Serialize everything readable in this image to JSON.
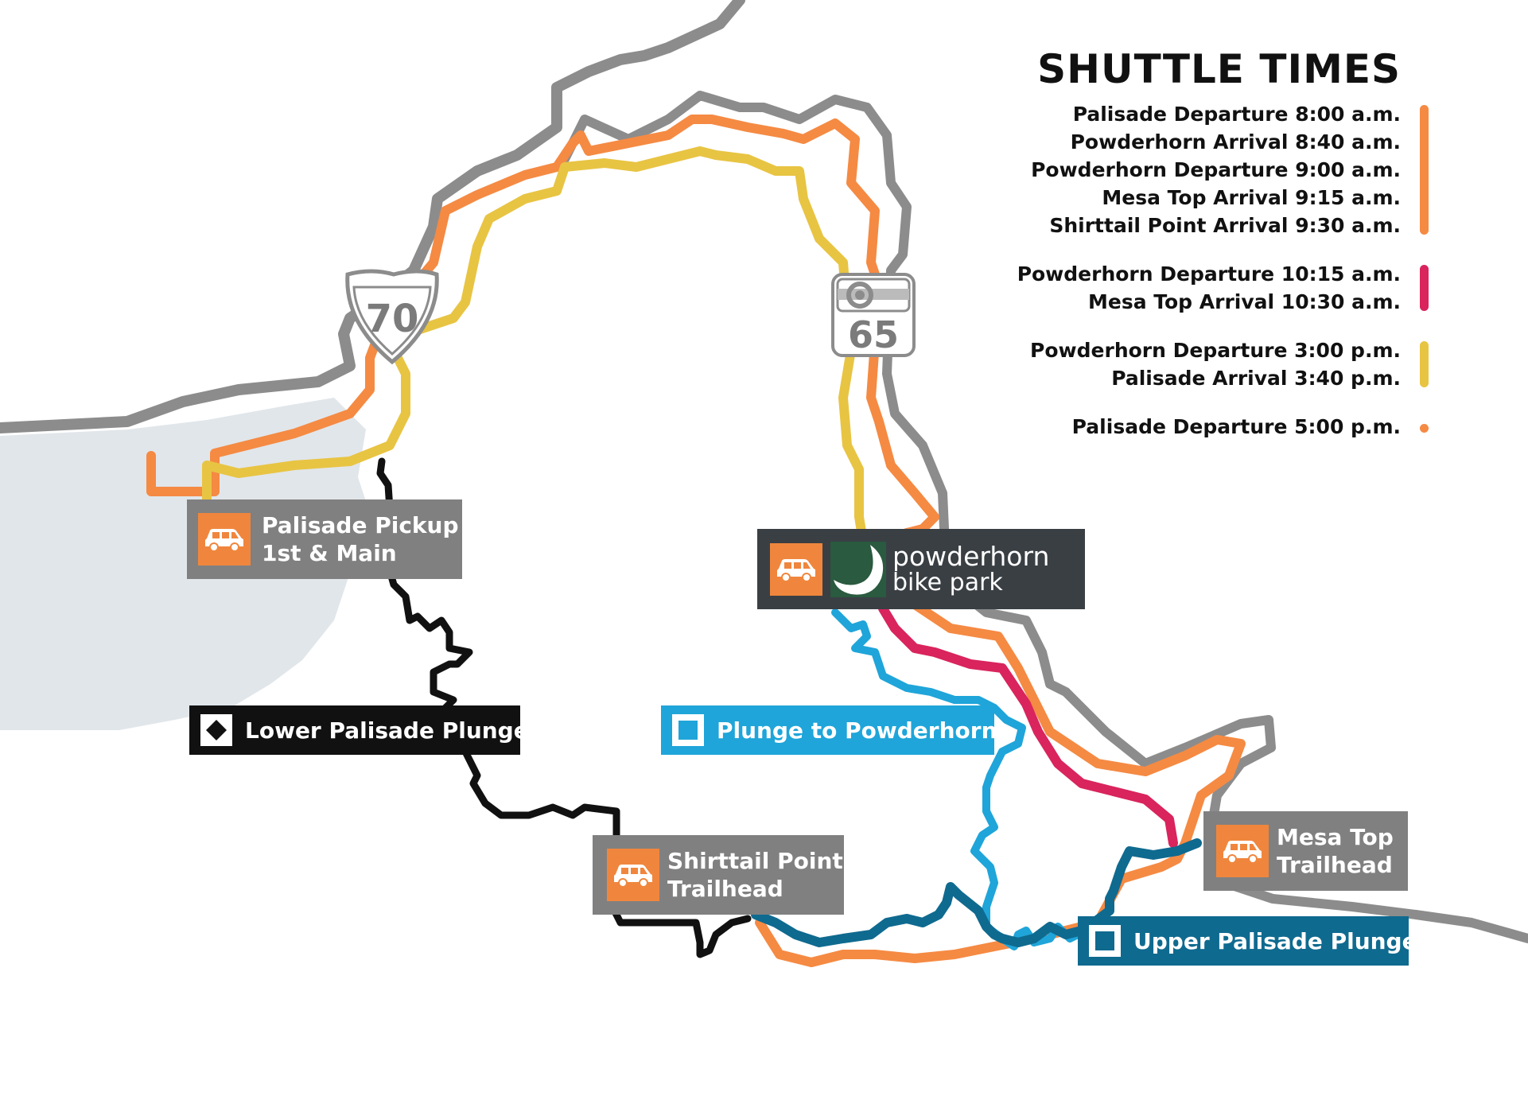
{
  "legend": {
    "title": "SHUTTLE TIMES",
    "groups": [
      {
        "color": "#f58a43",
        "lines": [
          "Palisade Departure 8:00 a.m.",
          "Powderhorn Arrival 8:40 a.m.",
          "Powderhorn Departure 9:00 a.m.",
          "Mesa Top Arrival 9:15 a.m.",
          "Shirttail Point Arrival 9:30 a.m."
        ]
      },
      {
        "color": "#d9245d",
        "lines": [
          "Powderhorn Departure 10:15 a.m.",
          "Mesa Top Arrival 10:30 a.m."
        ]
      },
      {
        "color": "#e8c443",
        "lines": [
          "Powderhorn Departure 3:00 p.m.",
          "Palisade Arrival 3:40 p.m."
        ]
      },
      {
        "color": "#f58a43",
        "lines": [
          "Palisade Departure 5:00 p.m."
        ]
      }
    ]
  },
  "highways": {
    "interstate": "70",
    "state": "65"
  },
  "stops": {
    "palisade": {
      "line1": "Palisade Pickup",
      "line2": "1st & Main"
    },
    "powderhorn": {
      "line1": "powderhorn",
      "line2": "bike park"
    },
    "shirttail": {
      "line1": "Shirttail Point",
      "line2": "Trailhead"
    },
    "mesa_top": {
      "line1": "Mesa Top",
      "line2": "Trailhead"
    }
  },
  "trails": {
    "lower_plunge": "Lower Palisade Plunge",
    "plunge_to_powderhorn": "Plunge to Powderhorn",
    "upper_plunge": "Upper Palisade Plunge"
  },
  "colors": {
    "orange": "#f58a43",
    "magenta": "#d9245d",
    "yellow": "#e8c443",
    "gray_road": "#8c8c8c",
    "light_blue": "#1fa5d9",
    "dark_blue": "#0f6a8f",
    "black_trail": "#111111",
    "land": "#e1e6ea",
    "stop_box": "#808080",
    "powderhorn_box": "#3a3f44",
    "logo_green": "#2a5a3f"
  }
}
